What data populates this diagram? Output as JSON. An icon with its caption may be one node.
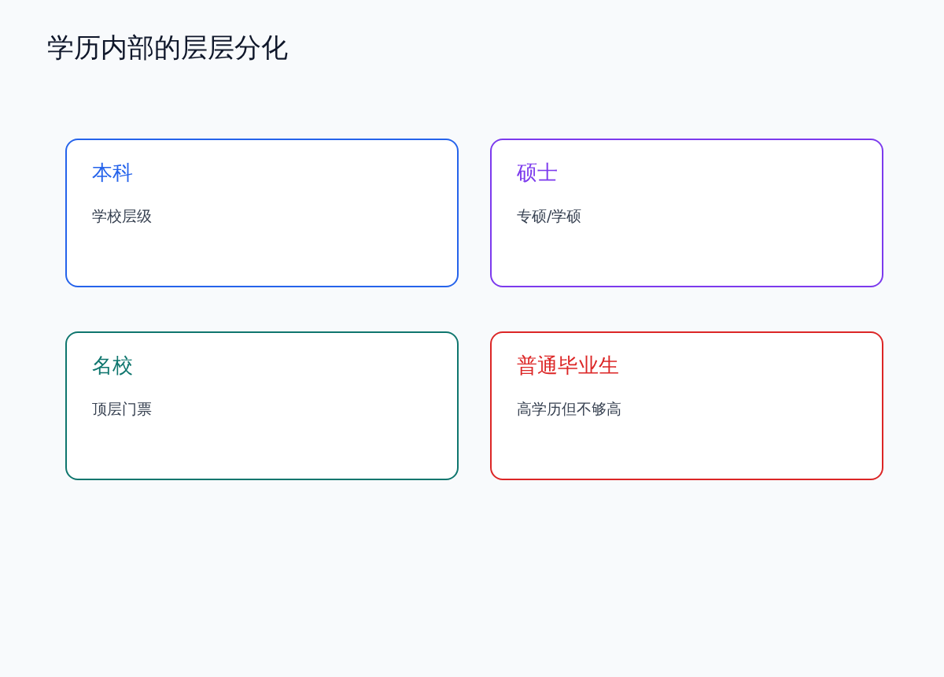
{
  "diagram": {
    "title": "学历内部的层层分化",
    "nodes": [
      {
        "text": [
          "本科",
          "学校层级"
        ]
      },
      {
        "text": [
          "硕士",
          "专硕/学硕"
        ]
      },
      {
        "text": [
          "名校",
          "顶层门票"
        ]
      },
      {
        "text": [
          "普通毕业生",
          "高学历但不够高"
        ]
      }
    ]
  }
}
